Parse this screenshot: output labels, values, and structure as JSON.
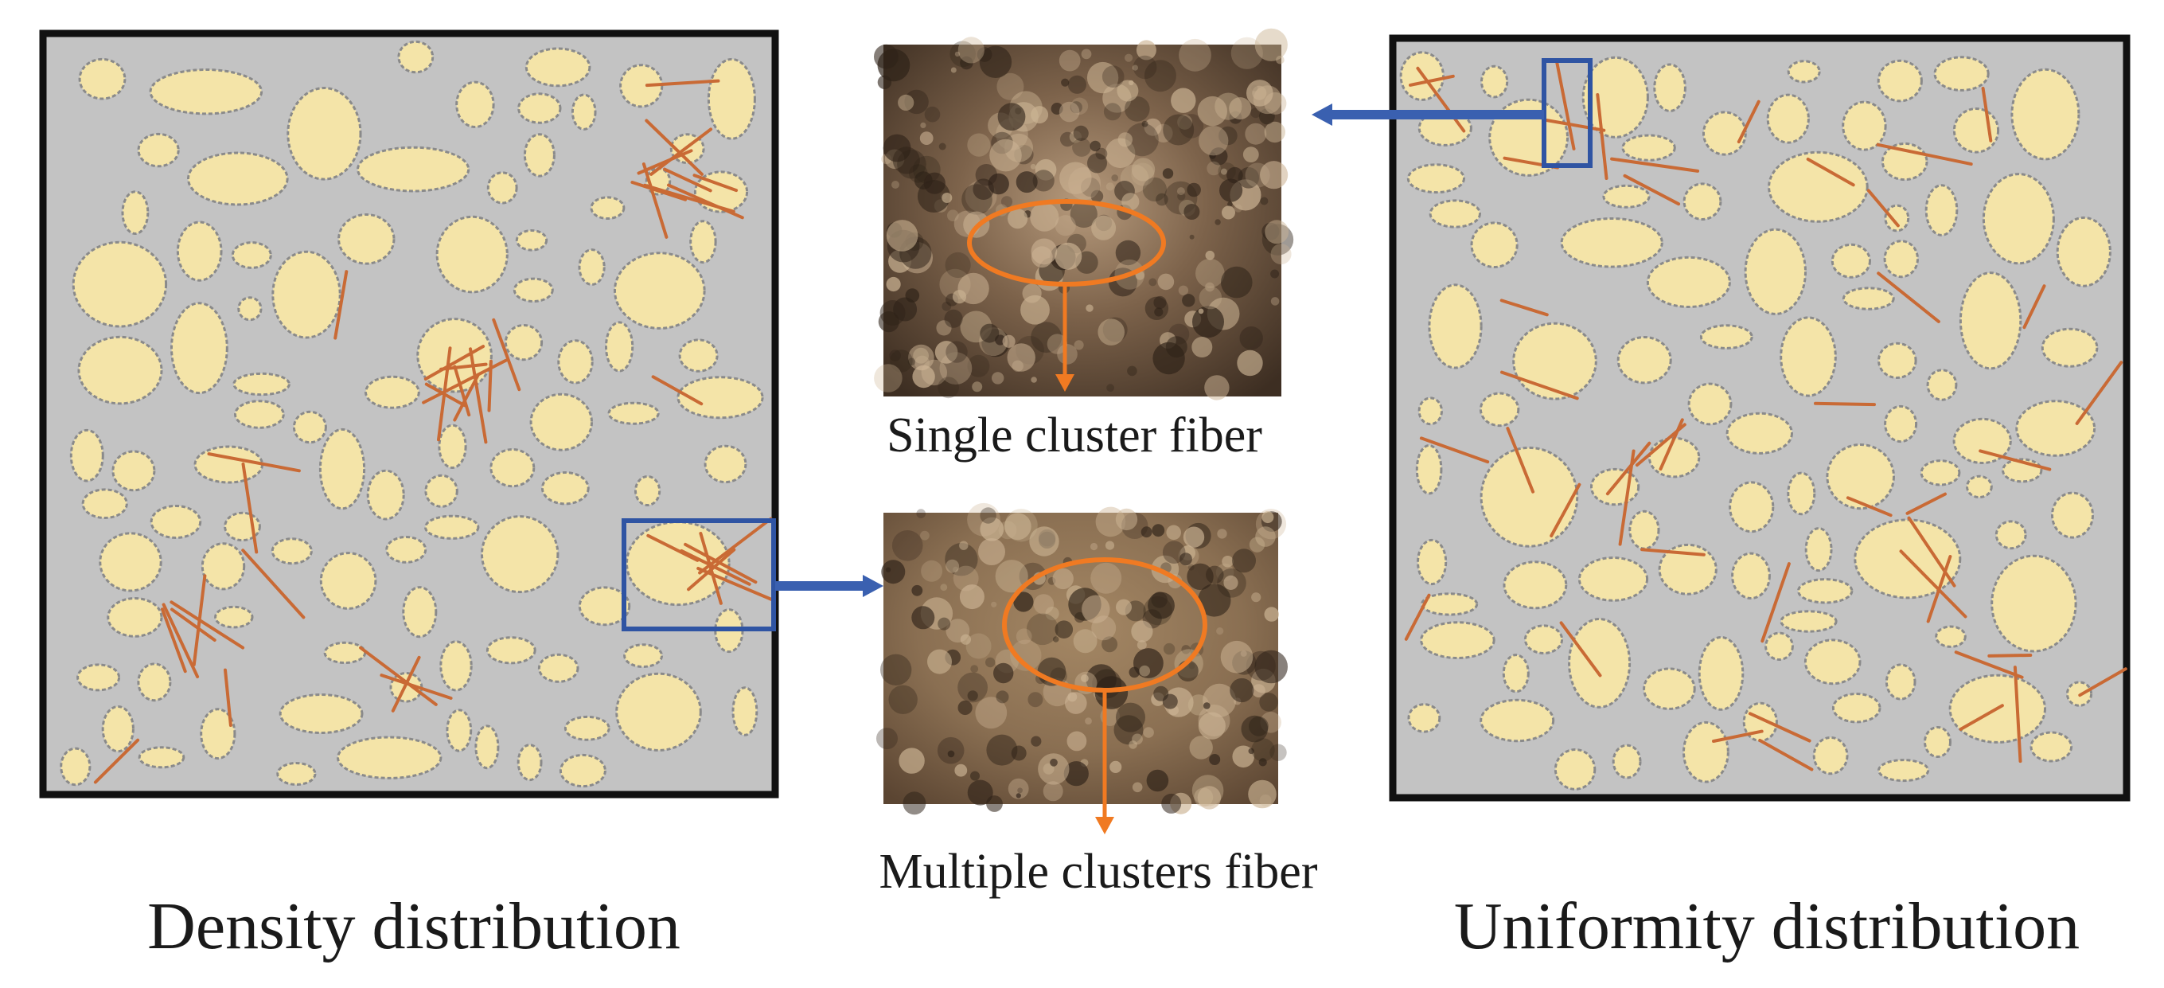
{
  "labels": {
    "density_distribution": "Density distribution",
    "uniformity_distribution": "Uniformity distribution",
    "single_cluster_fiber": "Single cluster fiber",
    "multiple_clusters_fiber": "Multiple clusters fiber"
  },
  "colors": {
    "matrix_gray": "#c3c3c3",
    "aggregate_fill": "#f4e4a8",
    "aggregate_outline": "#8a8a8a",
    "fiber_orange": "#c96a35",
    "frame_black": "#111111",
    "highlight_blue": "#2f54a3",
    "annotation_orange": "#f07a22",
    "photo_dark": "#5e4a36",
    "photo_light": "#a8896a"
  },
  "icons": {
    "arrow_to_single": "blue-arrow-left-icon",
    "arrow_to_multiple": "blue-arrow-right-icon",
    "down_arrow": "orange-down-arrow-icon"
  }
}
